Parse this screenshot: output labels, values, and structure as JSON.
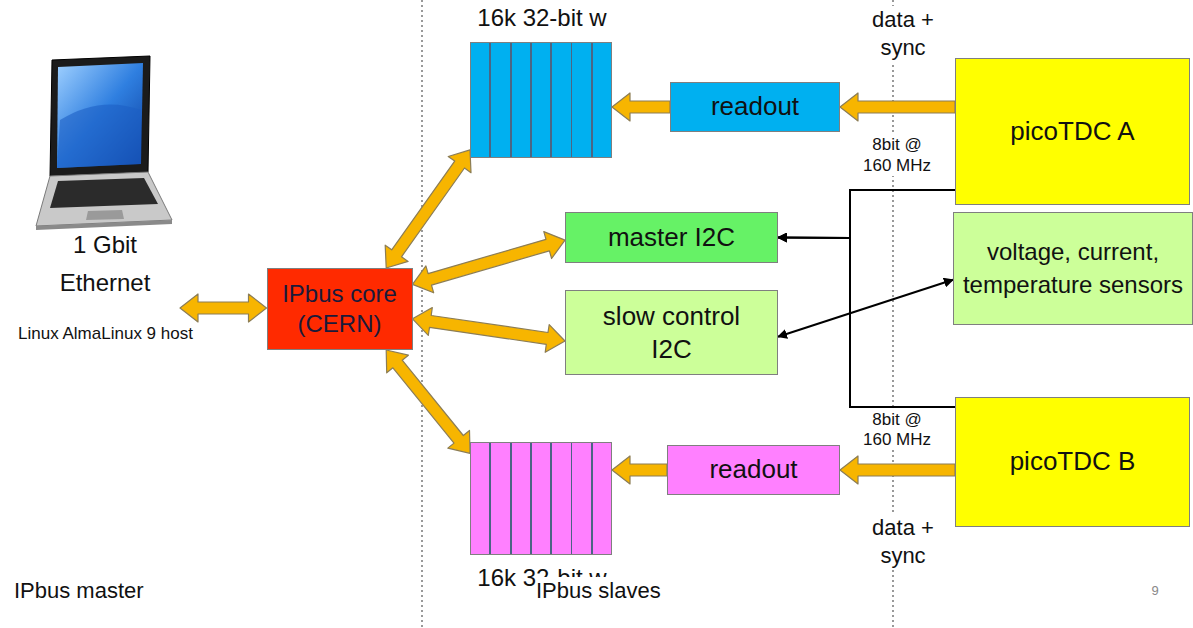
{
  "diagram": {
    "nodes": [
      {
        "text": [
          "1 Gbit Ethernet",
          "Linux AlmaLinux 9 host"
        ]
      },
      {
        "text": [
          "IPbus core (CERN)"
        ]
      },
      {
        "text": [
          "16k 32-bit w"
        ]
      },
      {
        "text": [
          "readout"
        ]
      },
      {
        "text": [
          "master I2C"
        ]
      },
      {
        "text": [
          "slow control I2C"
        ]
      },
      {
        "text": [
          "picoTDC A"
        ]
      },
      {
        "text": [
          "voltage, current, temperature sensors"
        ]
      },
      {
        "text": [
          "picoTDC B"
        ]
      },
      {
        "text": [
          "readout"
        ]
      },
      {
        "text": [
          "16k 32-bit w"
        ]
      }
    ],
    "edges": [
      {
        "from": 0,
        "to": 1,
        "arrow": "both"
      },
      {
        "from": 1,
        "to": 2,
        "arrow": "both"
      },
      {
        "from": 1,
        "to": 4,
        "arrow": "both"
      },
      {
        "from": 1,
        "to": 5,
        "arrow": "both"
      },
      {
        "from": 1,
        "to": 10,
        "arrow": "both"
      },
      {
        "from": 3,
        "to": 2,
        "arrow": "to"
      },
      {
        "from": 6,
        "to": 3,
        "arrow": "to"
      },
      {
        "from": 6,
        "to": 4,
        "arrow": "to"
      },
      {
        "from": 5,
        "to": 7,
        "arrow": "both"
      },
      {
        "from": 8,
        "to": 4,
        "arrow": "to"
      },
      {
        "from": 8,
        "to": 9,
        "arrow": "to"
      },
      {
        "from": 9,
        "to": 10,
        "arrow": "to"
      }
    ],
    "labels": [
      "data + sync",
      "8bit @ 160 MHz",
      "8bit @ 160 MHz",
      "data + sync",
      "IPbus master",
      "IPbus slaves",
      "9"
    ]
  }
}
